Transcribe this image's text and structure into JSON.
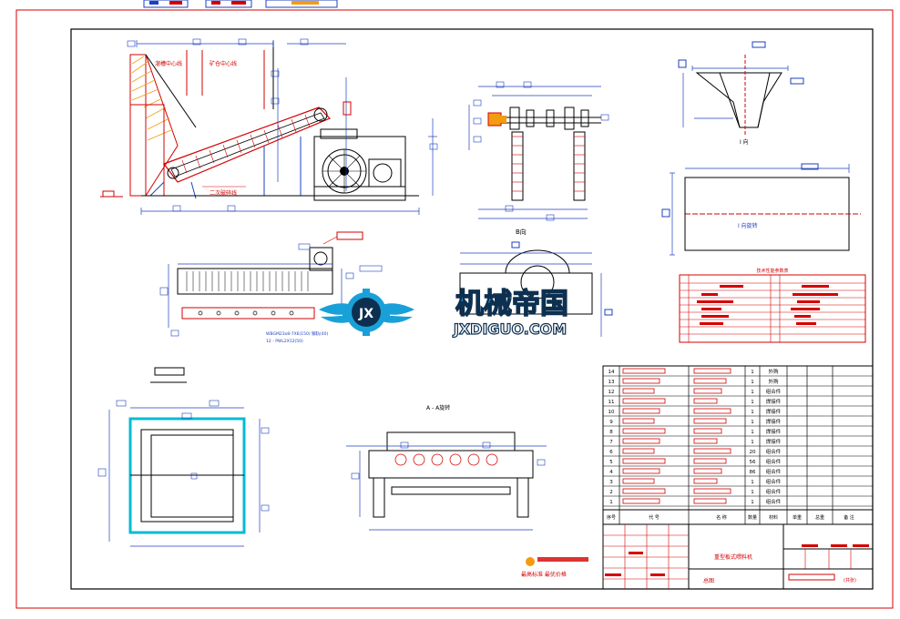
{
  "sheet": {
    "view_label_b": "B向",
    "view_label_i": "I 向",
    "view_label_section": "A - A旋转",
    "view_label_rotate": "I 向旋转",
    "callout_center_1": "溜槽中心线",
    "callout_center_2": "矿仓中心线",
    "callout_bottom": "二次破碎线",
    "note_line_1": "WBGM23x8-7X6(150) 钢轨(40)",
    "note_line_2": "12 - PWL2X12(50)"
  },
  "watermark": {
    "logo_letters": "JX",
    "title": "机械帝国",
    "url": "JXDIGUO.COM"
  },
  "small_table": {
    "title": "技术性能参数表"
  },
  "bom": {
    "rows": [
      {
        "no": "14",
        "qty": "1",
        "material": "外购"
      },
      {
        "no": "13",
        "qty": "1",
        "material": "外购"
      },
      {
        "no": "12",
        "qty": "1",
        "material": "组合件"
      },
      {
        "no": "11",
        "qty": "1",
        "material": "焊接件"
      },
      {
        "no": "10",
        "qty": "1",
        "material": "焊接件"
      },
      {
        "no": "9",
        "qty": "1",
        "material": "焊接件"
      },
      {
        "no": "8",
        "qty": "1",
        "material": "焊接件"
      },
      {
        "no": "7",
        "qty": "1",
        "material": "焊接件"
      },
      {
        "no": "6",
        "qty": "20",
        "material": "组合件"
      },
      {
        "no": "5",
        "qty": "56",
        "material": "组合件"
      },
      {
        "no": "4",
        "qty": "86",
        "material": "组合件"
      },
      {
        "no": "3",
        "qty": "1",
        "material": "组合件"
      },
      {
        "no": "2",
        "qty": "1",
        "material": "组合件"
      },
      {
        "no": "1",
        "qty": "1",
        "material": "组合件"
      }
    ],
    "headers": {
      "no": "序号",
      "code": "代  号",
      "name": "名  称",
      "qty": "数量",
      "material": "材料",
      "unit_weight": "单重",
      "total_weight": "总重",
      "remark": "备  注"
    }
  },
  "title_block": {
    "product_name": "重型板式喂料机",
    "drawing_type": "总图",
    "sheet_info": "(共张)",
    "company_slogan": "最高标准  最优价格"
  },
  "colors": {
    "line_red": "#d40000",
    "line_blue": "#1f3fbf",
    "line_cyan": "#00bcd4",
    "accent_orange": "#f39c12",
    "watermark_blue": "#1aa0d8",
    "watermark_dark": "#0d3050"
  }
}
